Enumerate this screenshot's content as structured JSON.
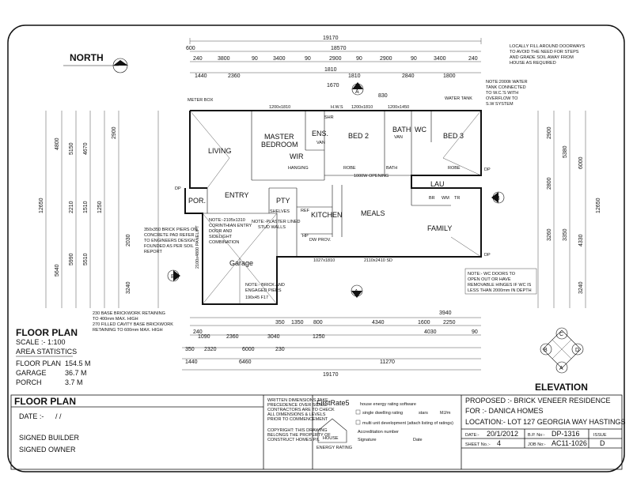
{
  "north_label": "NORTH",
  "rooms": {
    "master": "MASTER",
    "bedroom": "BEDROOM",
    "living": "LIVING",
    "ens": "ENS.",
    "wir": "WIR",
    "bed2": "BED 2",
    "bath": "BATH",
    "wc": "WC",
    "bed3": "BED 3",
    "entry": "ENTRY",
    "por": "POR.",
    "pty": "PTY",
    "kitchen": "KITCHEN",
    "meals": "MEALS",
    "lau": "LAU",
    "family": "FAMILY",
    "garage": "Garage"
  },
  "fixtures": {
    "robe": "ROBE",
    "hanging": "HANGING",
    "shelves": "SHELVES",
    "van": "VAN",
    "shr": "SHR",
    "bath": "BATH",
    "ref": "REF",
    "dw_prov": "DW PROV.",
    "wm": "WM",
    "tr": "TR",
    "hp": "HP",
    "br": "BR",
    "hws": "H.W.S",
    "meter": "METER BOX",
    "water_tank": "WATER TANK",
    "opening_1000": "1000W OPENING",
    "window_1200x1810": "1200x1810",
    "window_1200x1450": "1200x1450",
    "window_2110x2410": "2110x2410 SD",
    "window_1027x1810": "1027x1810",
    "garage_door": "2100x4800 PANELIFT",
    "dp": "DP",
    "post": "190x45 F17",
    "mark_a": "A",
    "mark_b": "B",
    "mark_c": "C",
    "mark_d": "D"
  },
  "notes": {
    "n1": "LOCALLY FILL AROUND DOORWAYS",
    "n2": "TO AVOID THE NEED FOR STEPS",
    "n3": "AND GRADE SOIL AWAY FROM",
    "n4": "HOUSE AS REQUIRED",
    "t1": "NOTE:2000lt WATER",
    "t2": "TANK CONNECTED",
    "t3": "TO W.C.'S WITH",
    "t4": "OVERFLOW TO",
    "t5": "S.W SYSTEM",
    "c1": "NOTE:-2105x1310",
    "c2": "CORINTHIAN ENTRY",
    "c3": "DOOR AND",
    "c4": "SIDELIGHT",
    "c5": "COMBINATION",
    "p1": "NOTE:-PLASTER LINED",
    "p2": "STUD WALLS",
    "b1": "350x350 BRICK PIERS ON",
    "b2": "CONCRETE PAD REFER",
    "b3": "TO ENGINEERS DESIGN",
    "b4": "FOUNDED AS PER SOIL",
    "b5": "REPORT",
    "e1": "NOTE:- BRICK AND",
    "e2": "ENGAGED PIERS",
    "w1": "NOTE:- WC DOORS TO",
    "w2": "OPEN OUT OR HAVE",
    "w3": "REMOVABLE HINGES IF WC IS",
    "w4": "LESS THAN 2000mm IN DEPTH",
    "r1": "230 BASE BRICKWORK RETAINING",
    "r2": "TO 400mm MAX. HIGH",
    "r3": "270 FILLED CAVITY BASE BRICKWORK",
    "r4": "RETAINING TO 600mm MAX. HIGH"
  },
  "dims_top": {
    "total": "19170",
    "inner": "18570",
    "d600": "600",
    "d240": "240",
    "d3800": "3800",
    "d90": "90",
    "d3400": "3400",
    "d2900": "2900",
    "d1440": "1440",
    "d2360": "2360",
    "d1810": "1810",
    "d2840": "2840",
    "d1800": "1800",
    "d1670": "1670",
    "d830": "830"
  },
  "dims_bottom": {
    "d3940": "3940",
    "d350": "350",
    "d1350": "1350",
    "d800": "800",
    "d4340": "4340",
    "d1600": "1600",
    "d2250": "2250",
    "d240": "240",
    "d2360": "2360",
    "d1250": "1250",
    "d4030": "4030",
    "d90": "90",
    "d3040": "3040",
    "d1090": "1090",
    "d2320": "2320",
    "d6000": "6000",
    "d230": "230",
    "d1440": "1440",
    "d6460": "6460",
    "d11270": "11270",
    "total": "19170"
  },
  "dims_left": {
    "d12650": "12650",
    "d4800": "4800",
    "d5640": "5640",
    "d5150": "5150",
    "d5990": "5990",
    "d4670": "4670",
    "d5510": "5510",
    "d2900": "2900",
    "d2210": "2210",
    "d1510": "1510",
    "d1250": "1250",
    "d2030": "2030",
    "d3240": "3240"
  },
  "dims_right": {
    "d12650": "12650",
    "d5380": "5380",
    "d6000": "6000",
    "d2900": "2900",
    "d2800": "2800",
    "d3260": "3260",
    "d3350": "3350",
    "d4330": "4330",
    "d3240": "3240"
  },
  "legend": {
    "title": "FLOOR PLAN",
    "scale": "SCALE :- 1:100",
    "area_title": "AREA STATISTICS",
    "rows": [
      {
        "label": "FLOOR PLAN",
        "value": "154.5 M"
      },
      {
        "label": "GARAGE",
        "value": "36.7 M"
      },
      {
        "label": "PORCH",
        "value": "3.7 M"
      }
    ]
  },
  "elevation_label": "ELEVATION",
  "title_block": {
    "heading": "FLOOR PLAN",
    "date": "DATE :-",
    "date_slashes": "/        /",
    "builder": "SIGNED BUILDER",
    "owner": "SIGNED OWNER",
    "disclaimer": [
      "WRITTEN DIMENSIONS TAKE",
      "PRECEDENCE OVER SCALE",
      "CONTRACTORS ARE TO CHECK",
      "ALL DIMENSIONS & LEVELS",
      "PRIOR TO COMMENCEMENT",
      "",
      "COPYRIGHT: THIS DRAWING",
      "BELONGS THE PROPERTY OF",
      "CONSTRUCT HOMES P/L"
    ],
    "firstrate": "FirstRate5",
    "software": "house energy rating software",
    "single": "single dwelling rating",
    "stars": "stars",
    "mj": "MJ/m",
    "multi": "multi unit development (attach listing of ratings)",
    "accreditation": "Accreditation number",
    "signature": "Signature",
    "sig_date": "Date",
    "house": "HOUSE",
    "energy": "ENERGY RATING",
    "proposed": "PROPOSED :- BRICK VENEER RESIDENCE",
    "for": "FOR :-  DANICA HOMES",
    "location": "LOCATION:- LOT 127 GEORGIA WAY HASTINGS",
    "date_label": "DATE:-",
    "date_value": "20/1/2012",
    "bp_label": "B.P. No:-",
    "bp_value": "DP-1316",
    "sheet_label": "SHEET No.:-",
    "sheet_value": "4",
    "job_label": "JOB No:-",
    "job_value": "AC11-1026",
    "issue_label": "ISSUE",
    "issue_value": "D"
  }
}
